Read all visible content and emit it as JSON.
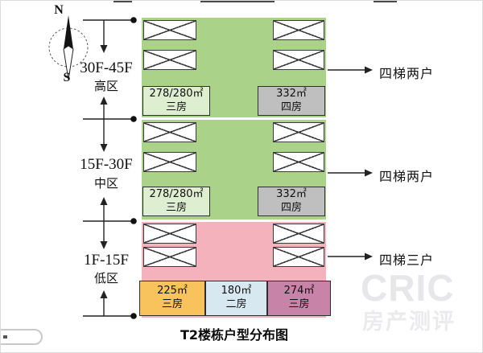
{
  "title": "T2楼栋户型分布图",
  "compass": {
    "north_label": "N",
    "south_label": "S"
  },
  "zones": [
    {
      "floor_range": "30F-45F",
      "zone_name": "高区",
      "elevator_ratio": "四梯两户",
      "units": [
        {
          "area": "278/280㎡",
          "rooms": "三房"
        },
        {
          "area": "332㎡",
          "rooms": "四房"
        }
      ]
    },
    {
      "floor_range": "15F-30F",
      "zone_name": "中区",
      "elevator_ratio": "四梯两户",
      "units": [
        {
          "area": "278/280㎡",
          "rooms": "三房"
        },
        {
          "area": "332㎡",
          "rooms": "四房"
        }
      ]
    },
    {
      "floor_range": "1F-15F",
      "zone_name": "低区",
      "elevator_ratio": "四梯三户",
      "units": [
        {
          "area": "225㎡",
          "rooms": "三房"
        },
        {
          "area": "180㎡",
          "rooms": "二房"
        },
        {
          "area": "274㎡",
          "rooms": "三房"
        }
      ]
    }
  ],
  "watermark": {
    "line1": "CRIC",
    "line2": "房产测评"
  },
  "colors": {
    "zone-green": "#aad389",
    "zone-pink": "#f4b2bc",
    "unit-green": "#deeed0",
    "unit-gray": "#bfbfbf",
    "unit-orange": "#f8c35d",
    "unit-blue": "#d8e8f0",
    "unit-purple": "#c884a8"
  }
}
